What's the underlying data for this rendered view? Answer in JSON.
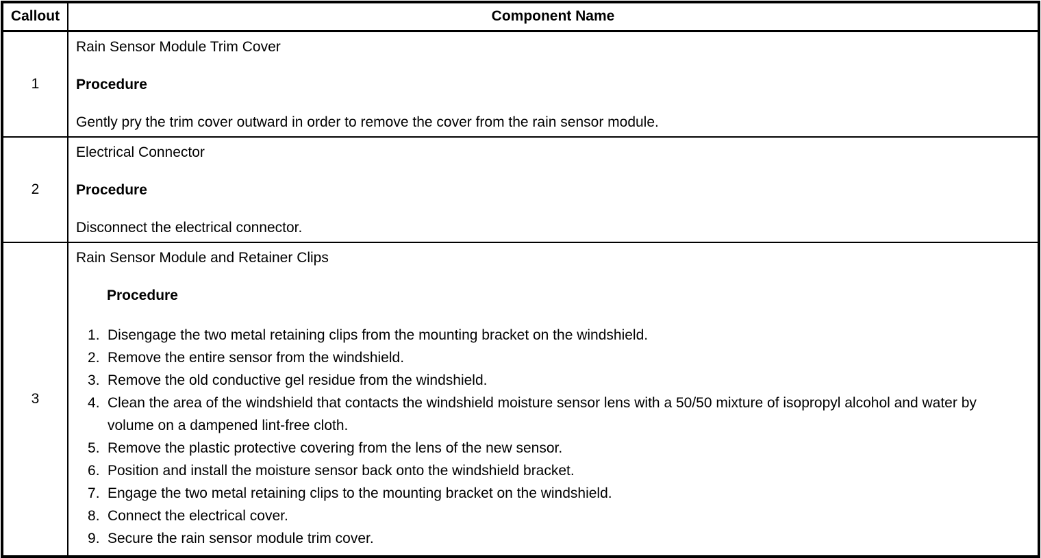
{
  "page": {
    "background_color": "#ffffff",
    "border_color": "#000000"
  },
  "table": {
    "header": {
      "callout": "Callout",
      "component_name": "Component Name"
    },
    "rows": [
      {
        "callout": "1",
        "title": "Rain Sensor Module Trim Cover",
        "procedure_label": "Procedure",
        "body": "Gently pry the trim cover outward in order to remove the cover from the rain sensor module."
      },
      {
        "callout": "2",
        "title": "Electrical Connector",
        "procedure_label": "Procedure",
        "body": "Disconnect the electrical connector."
      },
      {
        "callout": "3",
        "title": "Rain Sensor Module and Retainer Clips",
        "procedure_label": "Procedure",
        "steps": [
          "Disengage the two metal retaining clips from the mounting bracket on the windshield.",
          "Remove the entire sensor from the windshield.",
          "Remove the old conductive gel residue from the windshield.",
          "Clean the area of the windshield that contacts the windshield moisture sensor lens with a 50/50 mixture of isopropyl alcohol and water by volume on a dampened lint-free cloth.",
          "Remove the plastic protective covering from the lens of the new sensor.",
          "Position and install the moisture sensor back onto the windshield bracket.",
          "Engage the two metal retaining clips to the mounting bracket on the windshield.",
          "Connect the electrical cover.",
          "Secure the rain sensor module trim cover."
        ]
      }
    ]
  }
}
